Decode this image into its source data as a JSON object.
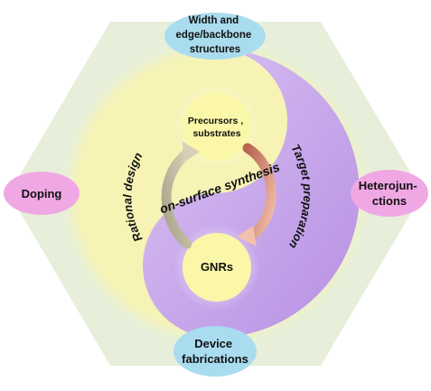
{
  "diagram": {
    "center": {
      "top_node": "Precursors ,\nsubstrates",
      "bottom_node": "GNRs",
      "left_arrow_label": "Rational design",
      "right_arrow_label": "Target preparation",
      "middle_label": "on-surface synthesis"
    },
    "outer": {
      "top": "Width and\nedge/backbone\nstructures",
      "right": "Heterojun-\nctions",
      "bottom": "Device\nfabrications",
      "left": "Doping"
    },
    "colors": {
      "hexagon": "#e7efda",
      "yellow_half": "#f7f4b4",
      "purple_half": "#c9a6ee",
      "node_fill": "#fbf7a8",
      "outer_blue": "#a9dcef",
      "outer_pink": "#f0a8e4",
      "left_label_color": "#1f2a66",
      "right_label_color": "#7a3b24",
      "arrow_left": "#b8ad92",
      "arrow_right": "#c8705a"
    }
  }
}
